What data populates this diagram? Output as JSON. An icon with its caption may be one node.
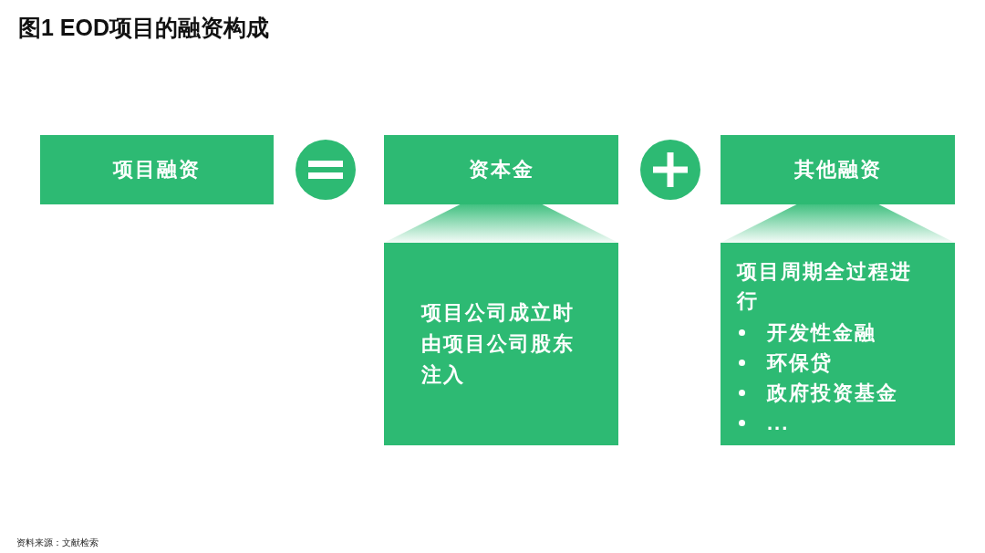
{
  "diagram": {
    "title": "图1  EOD项目的融资构成",
    "nodes": [
      {
        "text": [
          "项目融资"
        ]
      },
      {
        "text": [],
        "shape": "circle"
      },
      {
        "text": [
          "资本金"
        ]
      },
      {
        "text": [],
        "shape": "circle"
      },
      {
        "text": [
          "其他融资"
        ]
      },
      {
        "text": [
          "项目公司成立时由项目公司股东注入"
        ]
      },
      {
        "text": [
          "项目周期全过程进行",
          "开发性金融",
          "环保贷",
          "政府投资基金",
          "..."
        ]
      }
    ],
    "edges": [
      {
        "from": 2,
        "to": 5,
        "arrow": "none"
      },
      {
        "from": 4,
        "to": 6,
        "arrow": "none"
      }
    ],
    "labels": [
      "资料来源：文献检索"
    ]
  }
}
